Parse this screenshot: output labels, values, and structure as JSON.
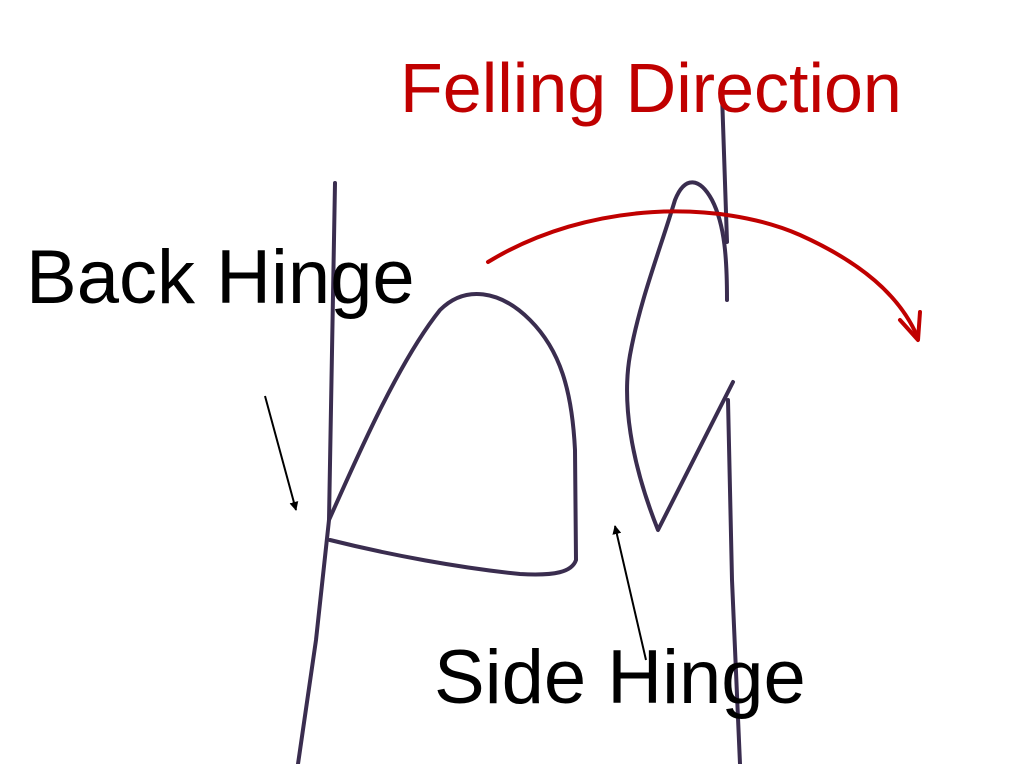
{
  "labels": {
    "felling_direction": "Felling Direction",
    "back_hinge": "Back Hinge",
    "side_hinge": "Side Hinge"
  },
  "colors": {
    "felling_direction": "#c00000",
    "trunk_outline": "#3a2d4f",
    "text": "#000000",
    "pointer_arrow": "#000000"
  }
}
